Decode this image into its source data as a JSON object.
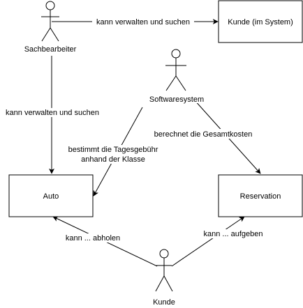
{
  "colors": {
    "stroke": "#000000",
    "fill": "#ffffff",
    "label_background": "#ffffff",
    "text": "#000000"
  },
  "actors": {
    "sachbearbeiter": {
      "label": "Sachbearbeiter",
      "icon": "stick-figure-actor-icon"
    },
    "softwaresystem": {
      "label": "Softwaresystem",
      "icon": "stick-figure-actor-icon"
    },
    "kunde": {
      "label": "Kunde",
      "icon": "stick-figure-actor-icon"
    }
  },
  "boxes": {
    "kunde_system": {
      "label": "Kunde (im System)"
    },
    "auto": {
      "label": "Auto"
    },
    "reservation": {
      "label": "Reservation"
    }
  },
  "edges": {
    "sachbearbeiter_kunde_system": {
      "label": "kann verwalten und suchen"
    },
    "sachbearbeiter_auto": {
      "label": "kann verwalten und suchen"
    },
    "softwaresystem_auto": {
      "line1": "bestimmt die Tagesgebühr",
      "line2": "anhand der Klasse"
    },
    "softwaresystem_reservation": {
      "label": "berechnet die Gesamtkosten"
    },
    "kunde_auto": {
      "label": "kann ... abholen"
    },
    "kunde_reservation": {
      "label": "kann ... aufgeben"
    }
  }
}
